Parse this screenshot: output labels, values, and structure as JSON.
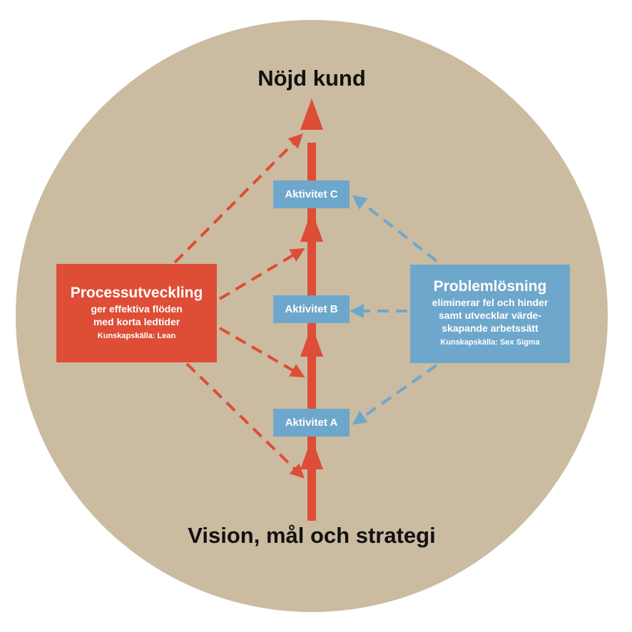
{
  "outcome": "Nöjd kund",
  "foundation": "Vision, mål och strategi",
  "activities": [
    "Aktivitet C",
    "Aktivitet B",
    "Aktivitet A"
  ],
  "process": {
    "title": "Processutveckling",
    "lines": [
      "ger effektiva flöden",
      "med korta ledtider"
    ],
    "source": "Kunskapskälla: Lean"
  },
  "problem": {
    "title": "Problemlösning",
    "lines": [
      "eliminerar fel och hinder",
      "samt utvecklar värde-",
      "skapande arbetssätt"
    ],
    "source": "Kunskapskälla: Sex Sigma"
  },
  "colors": {
    "circle": "#cbbba0",
    "red": "#de4d36",
    "blue": "#6ea7cc"
  }
}
